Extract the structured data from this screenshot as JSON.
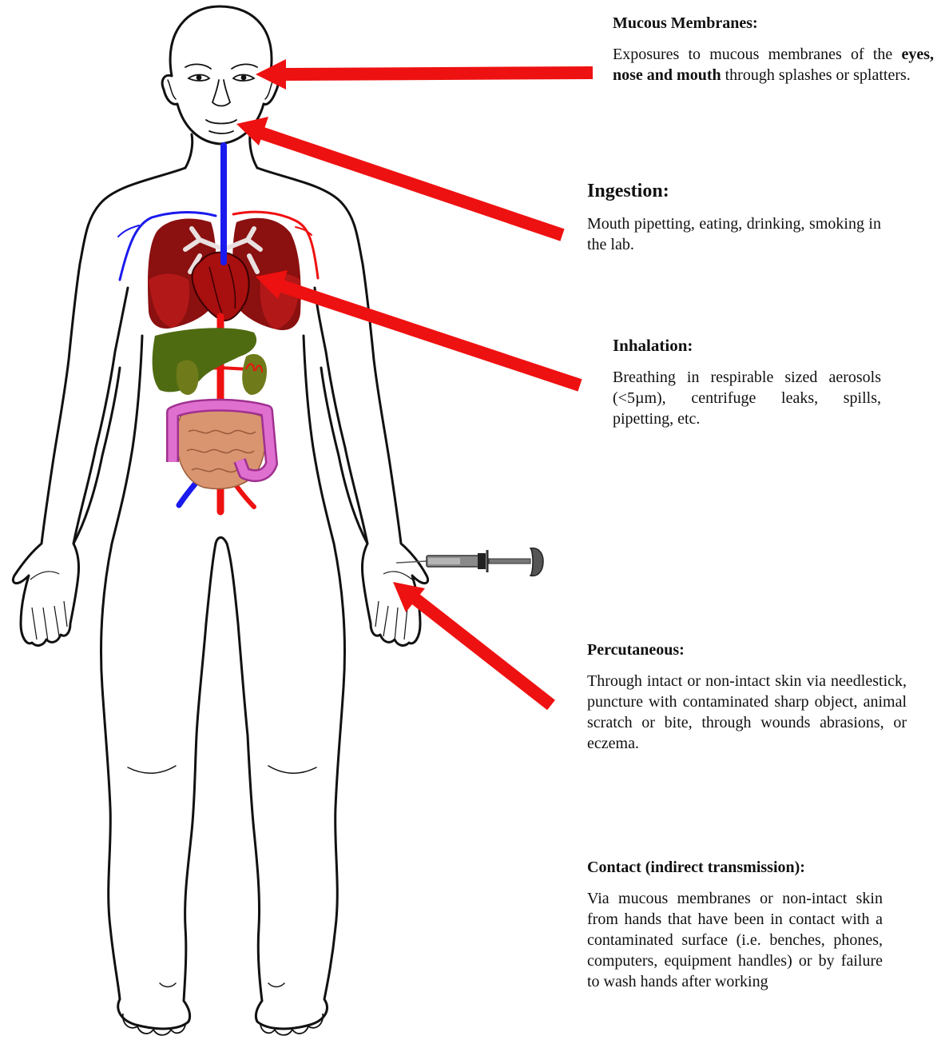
{
  "labels": {
    "mucous": {
      "title": "Mucous Membranes:",
      "desc_before": "Exposures to mucous membranes of the ",
      "desc_bold": "eyes, nose and mouth",
      "desc_after": " through splashes or splatters."
    },
    "ingestion": {
      "title": "Ingestion:",
      "desc": "Mouth pipetting, eating, drinking, smoking in the lab."
    },
    "inhalation": {
      "title": "Inhalation:",
      "desc": "Breathing in respirable sized aerosols (<5µm), centrifuge leaks, spills, pipetting, etc."
    },
    "percutaneous": {
      "title": "Percutaneous:",
      "desc": "Through intact or non-intact skin via needlestick, puncture with contaminated sharp object, animal scratch or bite, through wounds abrasions, or eczema."
    },
    "contact": {
      "title": "Contact (indirect transmission):",
      "desc": "Via mucous membranes or non-intact skin from hands that have been in contact with a contaminated surface (i.e. benches, phones, computers, equipment handles) or by failure to wash hands after working"
    }
  },
  "colors": {
    "arrow": "#ee1111",
    "outline": "#111111",
    "artery": "#ee1111",
    "vein": "#1a1aee",
    "lung": "#8b1010",
    "lung_shade": "#b31818",
    "heart": "#a80f0f",
    "liver": "#4f6b12",
    "kidney": "#6f7a1a",
    "colon": "#e070d0",
    "small_intestine": "#d89570",
    "syringe": "#666666"
  }
}
